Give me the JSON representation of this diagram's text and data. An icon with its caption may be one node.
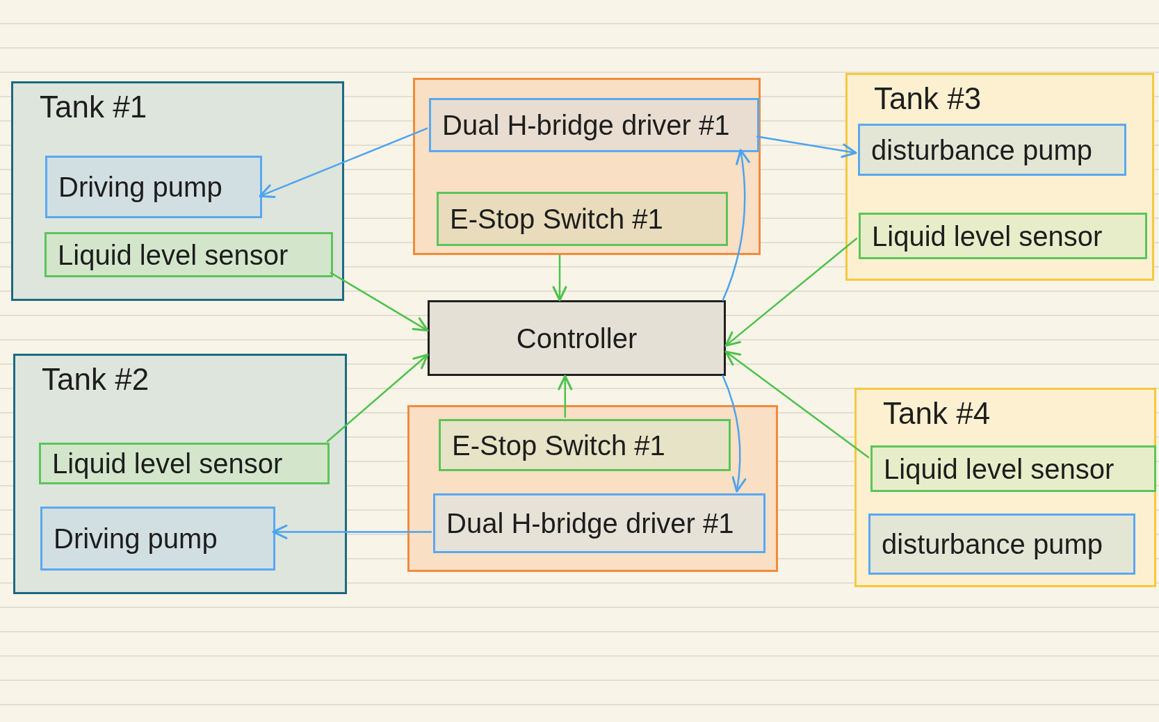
{
  "diagram": {
    "nodes": [
      {
        "text": [
          "Tank #1"
        ]
      },
      {
        "text": [
          "Driving pump"
        ],
        "in": 0
      },
      {
        "text": [
          "Liquid level sensor"
        ],
        "in": 0
      },
      {
        "text": [],
        "shape": "box"
      },
      {
        "text": [
          "Dual H-bridge driver #1"
        ],
        "in": 3
      },
      {
        "text": [
          "E-Stop Switch #1"
        ],
        "in": 3
      },
      {
        "text": [
          "Tank #3"
        ]
      },
      {
        "text": [
          "disturbance pump"
        ],
        "in": 6
      },
      {
        "text": [
          "Liquid level sensor"
        ],
        "in": 6
      },
      {
        "text": [
          "Controller"
        ]
      },
      {
        "text": [
          "Tank #2"
        ]
      },
      {
        "text": [
          "Liquid level sensor"
        ],
        "in": 10
      },
      {
        "text": [
          "Driving pump"
        ],
        "in": 10
      },
      {
        "text": [],
        "shape": "box"
      },
      {
        "text": [
          "E-Stop Switch #1"
        ],
        "in": 13
      },
      {
        "text": [
          "Dual H-bridge driver #1"
        ],
        "in": 13
      },
      {
        "text": [
          "Tank #4"
        ]
      },
      {
        "text": [
          "Liquid level sensor"
        ],
        "in": 16
      },
      {
        "text": [
          "disturbance pump"
        ],
        "in": 16
      }
    ],
    "edges": [
      {
        "from": 4,
        "to": 1,
        "arrow": "to",
        "color": "#4da3f0"
      },
      {
        "from": 4,
        "to": 7,
        "arrow": "to",
        "color": "#4da3f0"
      },
      {
        "from": 2,
        "to": 9,
        "arrow": "to"
      },
      {
        "from": 3,
        "to": 9,
        "arrow": "to"
      },
      {
        "from": 9,
        "to": 4,
        "arrow": "to",
        "color": "#4da3f0"
      },
      {
        "from": 8,
        "to": 9,
        "arrow": "to"
      },
      {
        "from": 11,
        "to": 9,
        "arrow": "to"
      },
      {
        "from": 14,
        "to": 9,
        "arrow": "to"
      },
      {
        "from": 9,
        "to": 15,
        "arrow": "to",
        "color": "#4da3f0"
      },
      {
        "from": 17,
        "to": 9,
        "arrow": "to"
      },
      {
        "from": 15,
        "to": 12,
        "arrow": "to",
        "color": "#4da3f0"
      }
    ]
  }
}
